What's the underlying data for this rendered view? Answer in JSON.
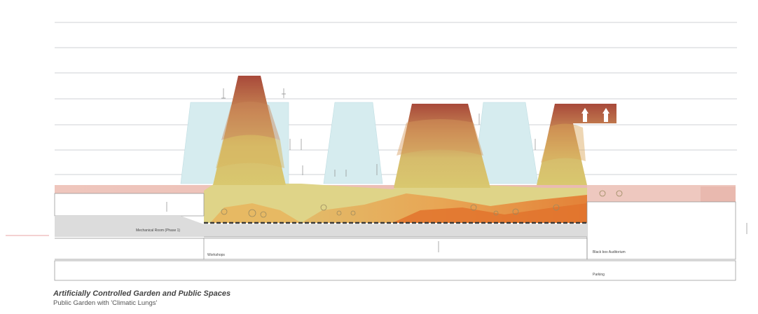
{
  "caption": {
    "title": "Artificially Controlled Garden and Public Spaces",
    "subtitle": "Public Garden with 'Climatic Lungs'"
  },
  "labels": {
    "mechanical_room": "Mechanical Room (Phase 1)",
    "workshops": "Workshops",
    "black_box_auditorium": "Black box Auditorium",
    "parking": "Parking"
  },
  "colors": {
    "line": "#cfd2d6",
    "glass": "#d4ebee",
    "ground": "#eec8bf",
    "slab": "#dcdcdc",
    "dark_red": "#a44b38",
    "orange": "#e8823a",
    "yellow_green": "#cfc36a",
    "accent_red": "#e8a3a3"
  }
}
